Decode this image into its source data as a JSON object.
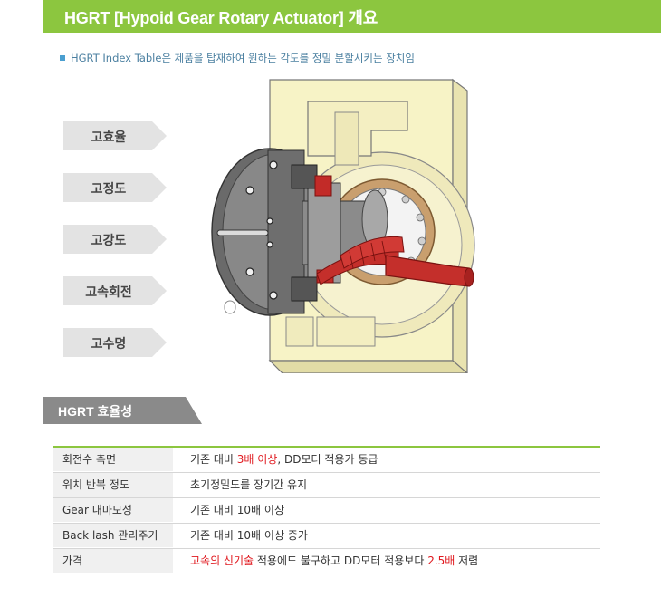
{
  "header": {
    "title": "HGRT [Hypoid Gear Rotary Actuator] 개요"
  },
  "intro": {
    "text": "HGRT Index Table은 제품을 탑재하여 원하는 각도를 정밀 분할시키는 장치임"
  },
  "features": [
    "고효율",
    "고정도",
    "고강도",
    "고속회전",
    "고수명"
  ],
  "section": {
    "title": "HGRT 효율성"
  },
  "colors": {
    "accent": "#8cc63f",
    "highlight": "#e0191f",
    "section_bg": "#8a8a8a"
  },
  "table": {
    "rows": [
      {
        "label": "회전수 측면",
        "value": [
          {
            "t": "기존 대비 "
          },
          {
            "t": "3배 이상",
            "hl": true
          },
          {
            "t": ", DD모터 적용가 동급"
          }
        ]
      },
      {
        "label": "위치 반복 정도",
        "value": [
          {
            "t": "초기정밀도를 장기간 유지"
          }
        ]
      },
      {
        "label": "Gear 내마모성",
        "value": [
          {
            "t": "기존 대비 10배 이상"
          }
        ]
      },
      {
        "label": "Back lash 관리주기",
        "value": [
          {
            "t": "기존 대비 10배 이상 증가"
          }
        ]
      },
      {
        "label": "가격",
        "value": [
          {
            "t": "고속의 신기술",
            "hl": true
          },
          {
            "t": " 적용에도 불구하고 DD모터 적용보다 "
          },
          {
            "t": "2.5배",
            "hl": true
          },
          {
            "t": " 저렴"
          }
        ]
      }
    ]
  }
}
